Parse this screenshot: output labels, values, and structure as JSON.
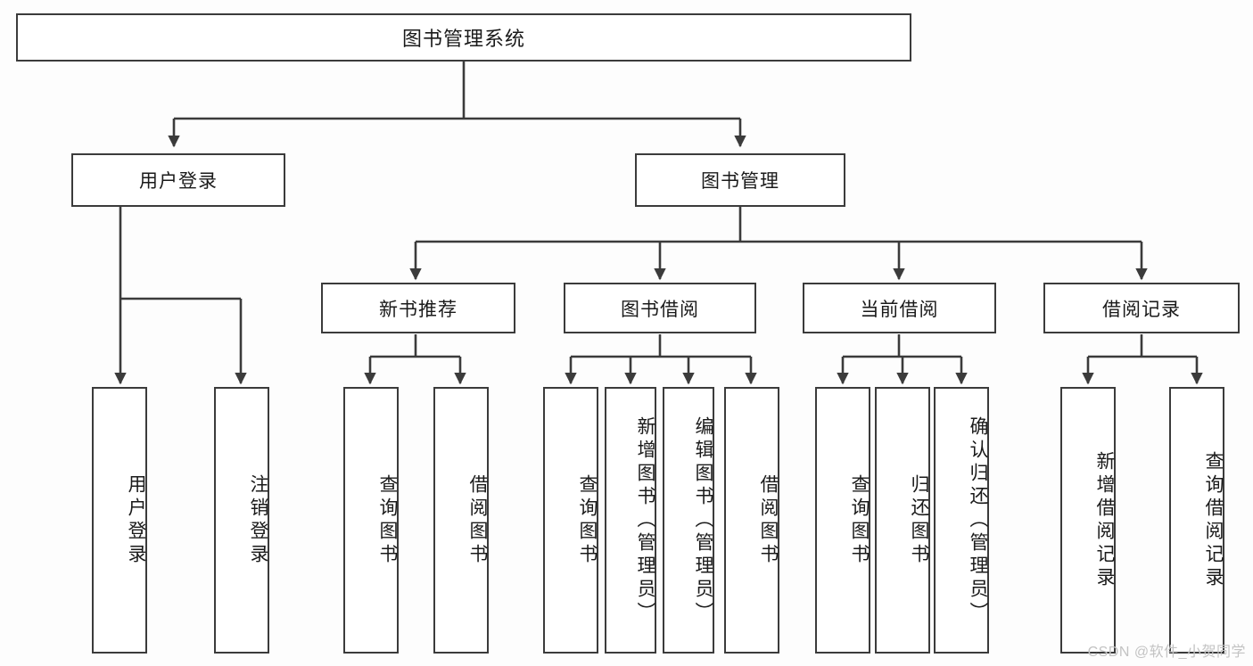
{
  "diagram": {
    "title": "图书管理系统",
    "type": "hierarchy-tree",
    "colors": {
      "background": "#fdfdfd",
      "node_fill": "#ffffff",
      "border": "#3b3b3b",
      "text": "#1a1a1a",
      "watermark": "#c3c3c3"
    },
    "root": {
      "label": "图书管理系统"
    },
    "level2": [
      {
        "label": "用户登录"
      },
      {
        "label": "图书管理"
      }
    ],
    "level3": [
      {
        "label": "新书推荐"
      },
      {
        "label": "图书借阅"
      },
      {
        "label": "当前借阅"
      },
      {
        "label": "借阅记录"
      }
    ],
    "leaves": {
      "user_login": [
        {
          "label": "用户登录"
        },
        {
          "label": "注销登录"
        }
      ],
      "new_book_recommend": [
        {
          "label": "查询图书"
        },
        {
          "label": "借阅图书"
        }
      ],
      "book_borrow": [
        {
          "label": "查询图书"
        },
        {
          "label": "新增图书（管理员）"
        },
        {
          "label": "编辑图书（管理员）"
        },
        {
          "label": "借阅图书"
        }
      ],
      "current_borrow": [
        {
          "label": "查询图书"
        },
        {
          "label": "归还图书"
        },
        {
          "label": "确认归还（管理员）"
        }
      ],
      "borrow_record": [
        {
          "label": "新增借阅记录"
        },
        {
          "label": "查询借阅记录"
        }
      ]
    },
    "watermark": "CSDN @软件_小贺同学"
  }
}
